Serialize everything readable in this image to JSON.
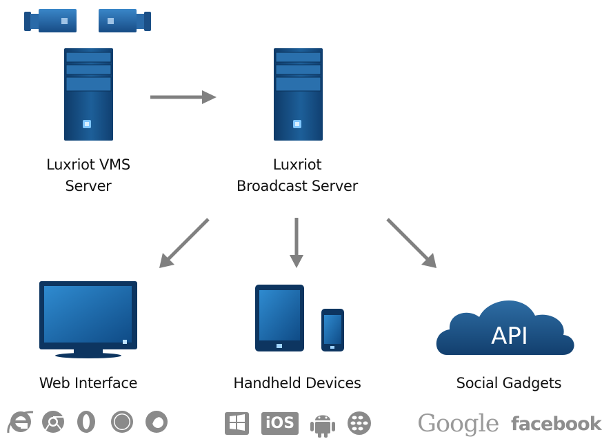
{
  "nodes": {
    "vms_server": {
      "line1": "Luxriot VMS",
      "line2": "Server"
    },
    "broadcast_server": {
      "line1": "Luxriot",
      "line2": "Broadcast Server"
    },
    "web_interface": {
      "label": "Web Interface"
    },
    "handheld_devices": {
      "label": "Handheld Devices"
    },
    "social_gadgets": {
      "label": "Social Gadgets",
      "cloud_text": "API"
    }
  },
  "platforms": {
    "ios": "iOS",
    "google": "Google",
    "facebook": "facebook"
  },
  "colors": {
    "device_blue": "#1e5a8f",
    "device_dark": "#0d3560",
    "arrow": "#808080",
    "icon_gray": "#8a8a8a"
  }
}
